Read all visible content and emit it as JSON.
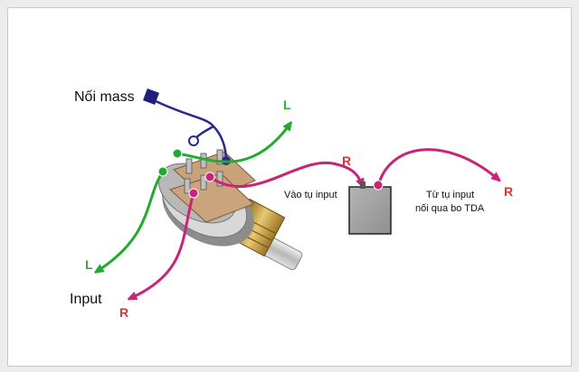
{
  "labels": {
    "mass": "Nối mass",
    "input": "Input",
    "into_cap": "Vào tụ input",
    "from_cap_line1": "Từ tụ input",
    "from_cap_line2": "nối qua bo TDA",
    "L_top": "L",
    "L_bottom": "L",
    "R_top": "R",
    "R_bottom": "R",
    "R_right": "R"
  },
  "colors": {
    "ground_wire": "#2a2a8c",
    "left_wire": "#22aa33",
    "right_wire": "#c8247a",
    "L_text": "#33aa33",
    "R_text": "#d23a3a",
    "capacitor": "#a8a8a8",
    "frame_border": "#c9c9c9"
  }
}
